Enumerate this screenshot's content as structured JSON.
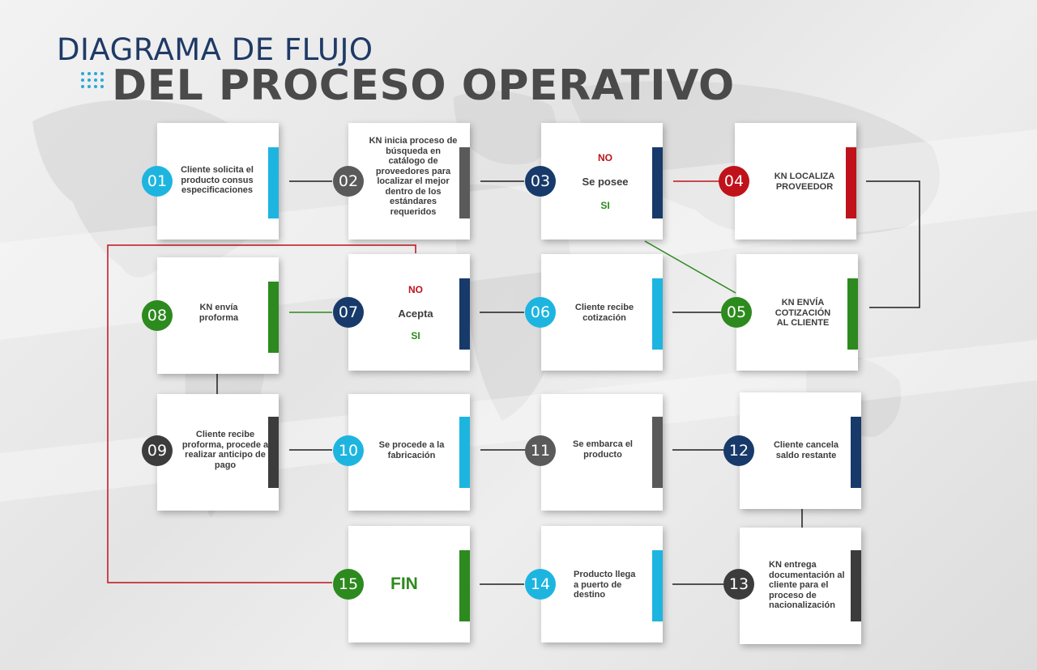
{
  "title": {
    "line1": "DIAGRAMA DE FLUJO",
    "line2": "DEL PROCESO OPERATIVO"
  },
  "colors": {
    "blue_light": "#1db5e0",
    "gray": "#5a5a5a",
    "navy": "#173a6a",
    "red": "#c0121a",
    "green": "#2d8a1e",
    "dark": "#3c3c3c"
  },
  "steps": [
    {
      "num": "01",
      "text": "Cliente solicita el producto consus especificaciones",
      "color": "blue_light"
    },
    {
      "num": "02",
      "text": "KN inicia proceso de búsqueda en catálogo de proveedores para localizar el mejor dentro de los estándares requeridos",
      "color": "gray"
    },
    {
      "num": "03",
      "no": "NO",
      "question": "Se posee",
      "si": "SI",
      "color": "navy"
    },
    {
      "num": "04",
      "text": "KN LOCALIZA PROVEEDOR",
      "color": "red"
    },
    {
      "num": "05",
      "text": "KN ENVÍA COTIZACIÓN AL CLIENTE",
      "color": "green"
    },
    {
      "num": "06",
      "text": "Cliente recibe cotización",
      "color": "blue_light"
    },
    {
      "num": "07",
      "no": "NO",
      "question": "Acepta",
      "si": "SI",
      "color": "navy"
    },
    {
      "num": "08",
      "text": "KN envía proforma",
      "color": "green"
    },
    {
      "num": "09",
      "text": "Cliente recibe proforma, procede a realizar anticipo de pago",
      "color": "dark"
    },
    {
      "num": "10",
      "text": "Se procede a la fabricación",
      "color": "blue_light"
    },
    {
      "num": "11",
      "text": "Se embarca el producto",
      "color": "gray"
    },
    {
      "num": "12",
      "text": "Cliente cancela saldo restante",
      "color": "navy"
    },
    {
      "num": "13",
      "text": "KN entrega documentación al cliente para el proceso de nacionalización",
      "color": "dark"
    },
    {
      "num": "14",
      "text": "Producto llega a puerto de destino",
      "color": "blue_light"
    },
    {
      "num": "15",
      "fin": "FIN",
      "color": "green"
    }
  ]
}
